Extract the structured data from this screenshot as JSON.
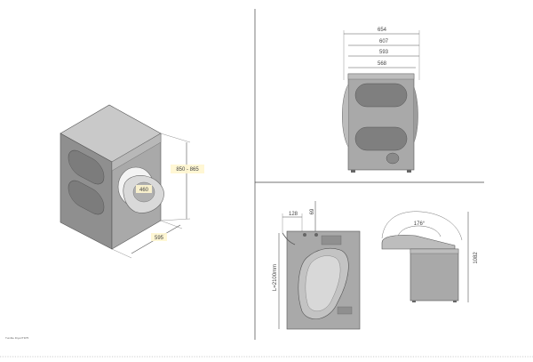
{
  "iso_view": {
    "dim_height": "850 - 865",
    "dim_width": "595",
    "dim_door": "460"
  },
  "front_view": {
    "dim_654": "654",
    "dim_607": "607",
    "dim_593": "593",
    "dim_568": "568"
  },
  "side_view": {
    "dim_128": "128",
    "dim_69": "69",
    "dim_hose": "L=2100mm"
  },
  "door_view": {
    "dim_angle": "176°",
    "dim_1082": "1082"
  },
  "footer": {
    "caption": "Tumble Dryer/TD75"
  },
  "colors": {
    "body": "#a9a9a9",
    "dark": "#7a7a7a",
    "light": "#c9c9c9",
    "highlight": "#fff6cf",
    "line": "#555555"
  }
}
